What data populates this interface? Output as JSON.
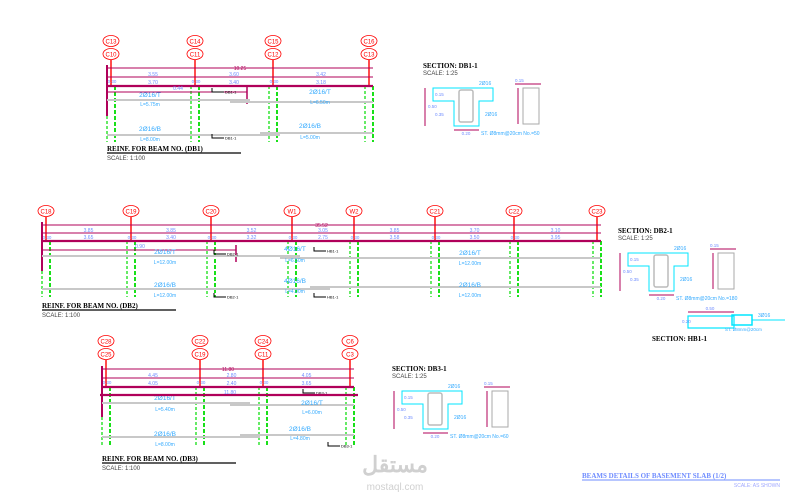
{
  "sheet": {
    "title": "BEAMS DETAILS OF BASEMENT SLAB (1/2)",
    "scale": "SCALE: AS SHOWN",
    "watermark_ar": "مستقل",
    "watermark_en": "mostaql.com",
    "colors": {
      "axis": "#ff0000",
      "dim": "#b0005a",
      "rebar_text": "#33aaff",
      "stirrup": "#00e5ff",
      "column": "#00dd00",
      "title_blue": "#6f8cff"
    }
  },
  "beams": [
    {
      "title": "REINF. FOR BEAM NO. (DB1)",
      "scale": "SCALE:  1:100",
      "labels_top": [
        "C13",
        "C14",
        "C15",
        "C16"
      ],
      "labels_bottom": [
        "C10",
        "C11",
        "C12",
        "C13"
      ],
      "total": "10.25",
      "row1": [
        "3.55",
        "3.60",
        "3.42"
      ],
      "row2": [
        "3.70",
        "3.40",
        "3.18"
      ],
      "support": "0.30",
      "cantilever": "0.44",
      "rebars": [
        "2Ø16/T",
        "L=5.75m",
        "2Ø16/T",
        "L=6.50m",
        "2Ø16/B",
        "L=8.00m",
        "2Ø16/B",
        "L=5.00m"
      ],
      "cuts": [
        "DB1-1",
        "DB1-1"
      ]
    },
    {
      "title": "REINF. FOR BEAM NO. (DB2)",
      "scale": "SCALE:  1:100",
      "labels_top": [
        "C18",
        "C19",
        "C20",
        "W1",
        "W2",
        "C21",
        "C22",
        "C23"
      ],
      "labels_bottom": [],
      "total": "35.52",
      "row1": [
        "3.85",
        "3.85",
        "3.52",
        "3.05",
        "3.85",
        "3.70",
        "3.10"
      ],
      "row2": [
        "3.65",
        "3.40",
        "3.32",
        "2.75",
        "3.58",
        "3.50",
        "3.95"
      ],
      "support": "0.30",
      "cantilever": "0.90",
      "rebars": [
        "2Ø16/T",
        "L=12.00m",
        "4Ø16/T",
        "L=6.50m",
        "2Ø16/T",
        "L=12.00m",
        "2Ø16/B",
        "L=12.00m",
        "4Ø16/B",
        "L=4.00m",
        "2Ø16/B",
        "L=12.00m"
      ],
      "cuts": [
        "DB2-1",
        "HB1-1",
        "DB2-1",
        "HB1-1"
      ]
    },
    {
      "title": "REINF. FOR BEAM NO. (DB3)",
      "scale": "SCALE:  1:100",
      "labels_top": [
        "C28",
        "C22",
        "C24",
        "C6"
      ],
      "labels_bottom": [
        "C25",
        "C19",
        "C11",
        "C3"
      ],
      "total": "11.80",
      "row1": [
        "4.45",
        "2.80",
        "4.05"
      ],
      "row2": [
        "4.05",
        "2.40",
        "3.65"
      ],
      "bottom_total": "11.80",
      "support": "0.30",
      "rebars": [
        "2Ø16/T",
        "L=5.40m",
        "2Ø16/T",
        "L=6.00m",
        "2Ø16/B",
        "L=8.00m",
        "2Ø16/B",
        "L=4.80m"
      ],
      "cuts": [
        "DB3-1",
        "DB3-1"
      ]
    }
  ],
  "sections": [
    {
      "title": "SECTION: DB1-1",
      "scale": "SCALE:  1:25",
      "top_bars": "2Ø16",
      "bot_bars": "2Ø16",
      "stirrups": "ST. Ø8mm@20cm  No.=50",
      "width": "0.20",
      "h1": "0.15",
      "h2": "0.35",
      "h": "0.50",
      "flange": "0.15"
    },
    {
      "title": "SECTION: DB2-1",
      "scale": "SCALE:  1:25",
      "top_bars": "2Ø16",
      "bot_bars": "2Ø16",
      "stirrups": "ST. Ø8mm@20cm  No.=180",
      "width": "0.20",
      "h1": "0.15",
      "h2": "0.35",
      "h": "0.50",
      "flange": "0.15"
    },
    {
      "title": "SECTION: DB3-1",
      "scale": "SCALE:  1:25",
      "top_bars": "2Ø16",
      "bot_bars": "2Ø16",
      "stirrups": "ST. Ø8mm@20cm  No.=60",
      "width": "0.20",
      "h1": "0.15",
      "h2": "0.35",
      "h": "0.50",
      "flange": "0.15"
    },
    {
      "title": "SECTION: HB1-1",
      "width": "0.50",
      "h": "0.20",
      "bars": "3Ø16",
      "stirrups": "ST. Ø8mm@20cm"
    }
  ]
}
